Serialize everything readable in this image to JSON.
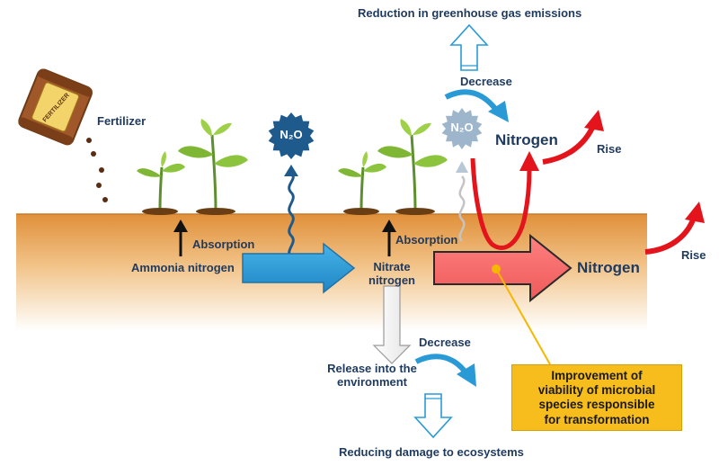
{
  "labels": {
    "reduction_ghg": "Reduction in greenhouse gas emissions",
    "decrease_top": "Decrease",
    "fertilizer": "Fertilizer",
    "n2o": "N₂O",
    "nitrogen_top": "Nitrogen",
    "rise_top": "Rise",
    "absorption_left": "Absorption",
    "ammonia_nitrogen": "Ammonia nitrogen",
    "absorption_right": "Absorption",
    "nitrate_nitrogen": "Nitrate\nnitrogen",
    "nitrogen_soil": "Nitrogen",
    "rise_right": "Rise",
    "decrease_bottom": "Decrease",
    "release_env": "Release into the\nenvironment",
    "reducing_damage": "Reducing damage to ecosystems",
    "callout": "Improvement of\nviability of microbial\nspecies responsible\nfor transformation"
  },
  "fertilizer_bag_text": "FERTILIZER",
  "colors": {
    "soil_top": "#e0903a",
    "blue_arrow": "#2a9ad6",
    "n2o_dark": "#1e5a8c",
    "n2o_light": "#9db6cc",
    "pink_arrow": "#f26a6a",
    "red": "#e3141b",
    "callout": "#f7bd1c",
    "text": "#1f3a5f"
  }
}
